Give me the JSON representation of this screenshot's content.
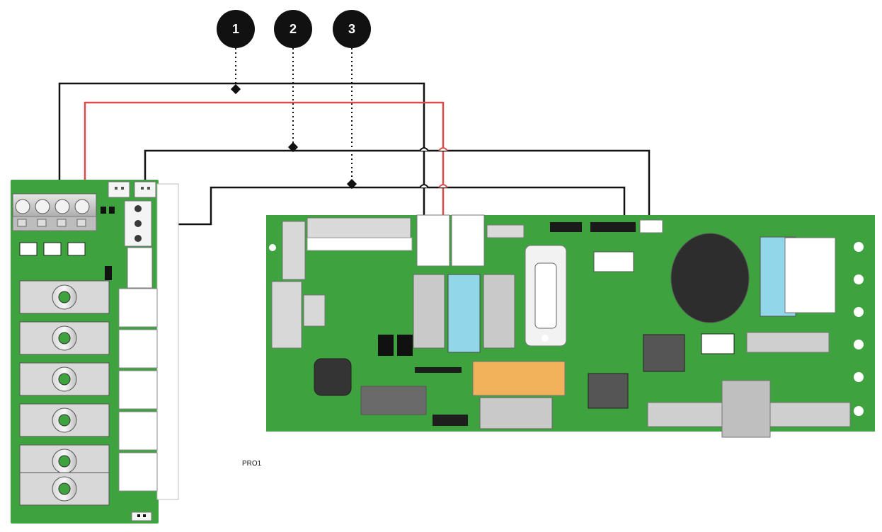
{
  "callouts": [
    {
      "id": "1",
      "label": "1"
    },
    {
      "id": "2",
      "label": "2"
    },
    {
      "id": "3",
      "label": "3"
    }
  ],
  "main_board": {
    "label": "PRO1"
  },
  "colors": {
    "pcb_green": "#3ea23f",
    "wire_black": "#111111",
    "wire_red": "#d94c4c",
    "callout_fill": "#111111",
    "connector_gray": "#b7b7b7",
    "connector_white": "#f4f4f4",
    "light_blue": "#92d6ea",
    "orange": "#f2b15b"
  }
}
